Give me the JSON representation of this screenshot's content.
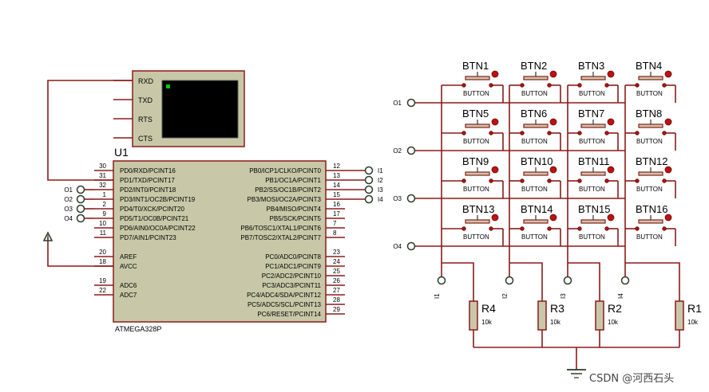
{
  "mcu": {
    "ref": "U1",
    "part": "ATMEGA328P",
    "left_pins": [
      {
        "num": "30",
        "name": "PD0/RXD/PCINT16"
      },
      {
        "num": "31",
        "name": "PD1/TXD/PCINT17"
      },
      {
        "num": "32",
        "name": "PD2/INT0/PCINT18"
      },
      {
        "num": "1",
        "name": "PD3/INT1/OC2B/PCINT19"
      },
      {
        "num": "2",
        "name": "PD4/T0/XCK/PCINT20"
      },
      {
        "num": "9",
        "name": "PD5/T1/OC0B/PCINT21"
      },
      {
        "num": "10",
        "name": "PD6/AIN0/OC0A/PCINT22"
      },
      {
        "num": "11",
        "name": "PD7/AIN1/PCINT23"
      },
      {
        "num": "20",
        "name": "AREF"
      },
      {
        "num": "18",
        "name": "AVCC"
      },
      {
        "num": "19",
        "name": "ADC6"
      },
      {
        "num": "22",
        "name": "ADC7"
      }
    ],
    "right_pins": [
      {
        "num": "12",
        "name": "PB0/ICP1/CLKO/PCINT0"
      },
      {
        "num": "13",
        "name": "PB1/OC1A/PCINT1"
      },
      {
        "num": "14",
        "name": "PB2/SS/OC1B/PCINT2"
      },
      {
        "num": "15",
        "name": "PB3/MOSI/OC2A/PCINT3"
      },
      {
        "num": "16",
        "name": "PB4/MISO/PCINT4"
      },
      {
        "num": "17",
        "name": "PB5/SCK/PCINT5"
      },
      {
        "num": "7",
        "name": "PB6/TOSC1/XTAL1/PCINT6"
      },
      {
        "num": "8",
        "name": "PB7/TOSC2/XTAL2/PCINT7"
      },
      {
        "num": "23",
        "name": "PC0/ADC0/PCINT8"
      },
      {
        "num": "24",
        "name": "PC1/ADC1/PCINT9"
      },
      {
        "num": "25",
        "name": "PC2/ADC2/PCINT10"
      },
      {
        "num": "26",
        "name": "PC3/ADC3/PCINT11"
      },
      {
        "num": "27",
        "name": "PC4/ADC4/SDA/PCINT12"
      },
      {
        "num": "28",
        "name": "PC5/ADC5/SCL/PCINT13"
      },
      {
        "num": "29",
        "name": "PC6/RESET/PCINT14"
      }
    ]
  },
  "terminal": {
    "pins": [
      "RXD",
      "TXD",
      "RTS",
      "CTS"
    ]
  },
  "mcu_output_labels": [
    "O1",
    "O2",
    "O3",
    "O4"
  ],
  "mcu_input_labels": [
    "I1",
    "I2",
    "I3",
    "I4"
  ],
  "row_labels": [
    "O1",
    "O2",
    "O3",
    "O4"
  ],
  "column_labels": [
    "I1",
    "I2",
    "I3",
    "I4"
  ],
  "buttons": [
    "BTN1",
    "BTN2",
    "BTN3",
    "BTN4",
    "BTN5",
    "BTN6",
    "BTN7",
    "BTN8",
    "BTN9",
    "BTN10",
    "BTN11",
    "BTN12",
    "BTN13",
    "BTN14",
    "BTN15",
    "BTN16"
  ],
  "button_type": "BUTTON",
  "resistors": [
    {
      "ref": "R4",
      "value": "10k"
    },
    {
      "ref": "R3",
      "value": "10k"
    },
    {
      "ref": "R2",
      "value": "10k"
    },
    {
      "ref": "R1",
      "value": "10k"
    }
  ],
  "watermark": "CSDN @河西石头",
  "colors": {
    "wire": "#8b1a1a",
    "component_fill": "#c8c8a8",
    "terminal_screen": "#000000",
    "terminal_cursor": "#00cc00",
    "led": "#c01010"
  }
}
